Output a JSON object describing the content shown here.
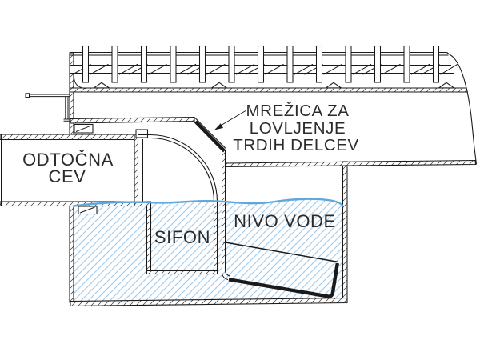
{
  "diagram": {
    "type": "technical-section-drawing",
    "labels": {
      "mesh_line1": "MREŽICA ZA",
      "mesh_line2": "LOVLJENJE",
      "mesh_line3": "TRDIH DELCEV",
      "drain_pipe_line1": "ODTOČNA",
      "drain_pipe_line2": "CEV",
      "siphon": "SIFON",
      "water_level": "NIVO VODE"
    },
    "icons": {
      "leader_arrowhead": "filled-triangle-pointing-to-mesh"
    },
    "colors": {
      "line": "#1a1a1a",
      "text": "#2b2b2b",
      "water_line": "#5fa8dc",
      "water_hatch": "#a8cce9",
      "background": "#ffffff"
    }
  }
}
